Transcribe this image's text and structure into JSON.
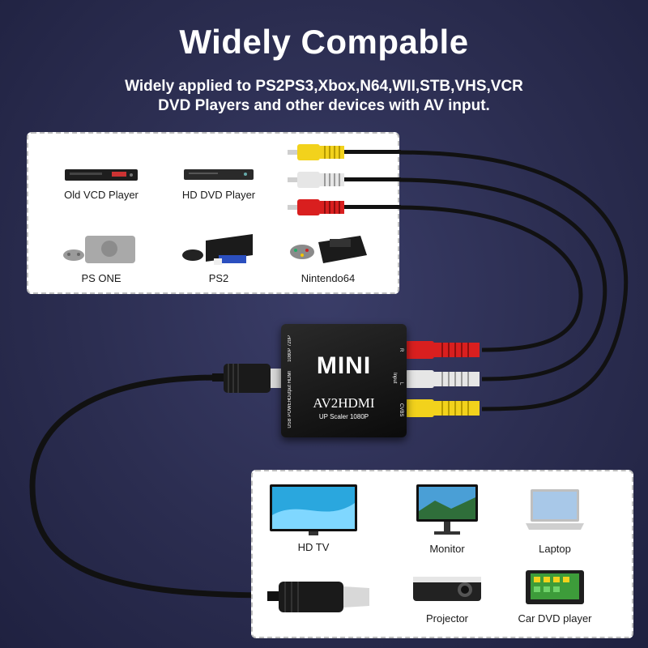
{
  "header": {
    "title": "Widely Compable",
    "subtitle_line1": "Widely applied to PS2PS3,Xbox,N64,WII,STB,VHS,VCR",
    "subtitle_line2": "DVD Players and other devices with AV input."
  },
  "input_devices": [
    {
      "label": "Old VCD Player",
      "icon": "vcd-player-icon"
    },
    {
      "label": "HD DVD Player",
      "icon": "dvd-player-icon"
    },
    {
      "label": "PS ONE",
      "icon": "ps-one-console-icon"
    },
    {
      "label": "PS2",
      "icon": "ps2-console-icon"
    },
    {
      "label": "Nintendo64",
      "icon": "n64-console-icon"
    }
  ],
  "output_devices": [
    {
      "label": "HD TV",
      "icon": "tv-icon"
    },
    {
      "label": "Monitor",
      "icon": "monitor-icon"
    },
    {
      "label": "Laptop",
      "icon": "laptop-icon"
    },
    {
      "label": "Projector",
      "icon": "projector-icon"
    },
    {
      "label": "Car DVD player",
      "icon": "car-dvd-player-icon"
    }
  ],
  "converter": {
    "brand": "MINI",
    "model": "AV2HDMI",
    "subtitle": "UP Scaler 1080P",
    "port_labels": {
      "res": "1080P 720P",
      "output": "Output HDMI",
      "usb": "USB POWER",
      "input": "Input",
      "r": "R",
      "l": "L",
      "cvbs": "CVBS"
    }
  },
  "colors": {
    "background": "#2b2d50",
    "panel": "#ffffff",
    "rca_yellow": "#f2d21c",
    "rca_white": "#e6e6e6",
    "rca_red": "#d91f1f",
    "cable": "#111111"
  }
}
